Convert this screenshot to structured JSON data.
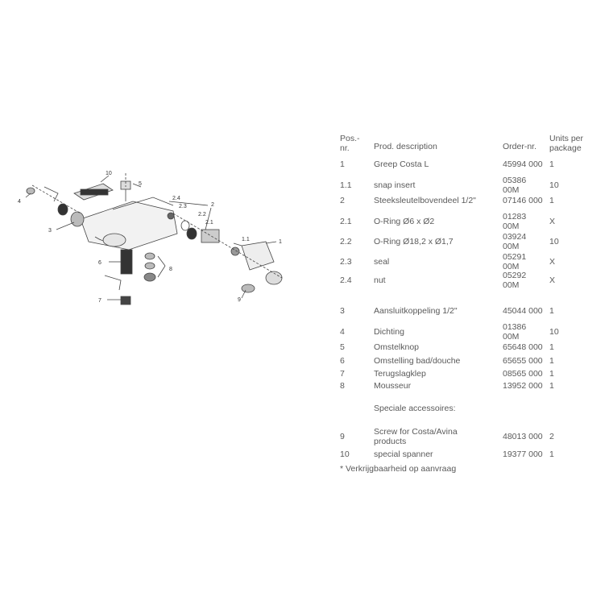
{
  "diagram": {
    "callouts": [
      "10",
      "5",
      "4",
      "2",
      "2.4",
      "2.3",
      "2.2",
      "2.1",
      "3",
      "1.1",
      "1",
      "6",
      "8",
      "7",
      "9"
    ]
  },
  "table": {
    "headers": {
      "pos": "Pos.-\nnr.",
      "desc": "Prod. description",
      "order": "Order-nr.",
      "units": "Units per\npackage"
    },
    "rows": [
      {
        "pos": "1",
        "desc": "Greep Costa L",
        "order": "45994 000",
        "units": "1"
      },
      {
        "pos": "1.1",
        "desc": "snap insert",
        "order": "05386\n00M",
        "units": "10"
      },
      {
        "pos": "2",
        "desc": "Steeksleutelbovendeel 1/2\"",
        "order": "07146 000",
        "units": "1"
      },
      {
        "pos": "2.1",
        "desc": "O-Ring Ø6 x Ø2",
        "order": "01283\n00M",
        "units": "X"
      },
      {
        "pos": "2.2",
        "desc": "O-Ring Ø18,2 x Ø1,7",
        "order": "03924\n00M",
        "units": "10"
      },
      {
        "pos": "2.3",
        "desc": "seal",
        "order": "05291\n00M",
        "units": "X"
      },
      {
        "pos": "2.4",
        "desc": "nut",
        "order": "05292\n00M",
        "units": "X"
      },
      {
        "pos": "3",
        "desc": "Aansluitkoppeling 1/2\"",
        "order": "45044 000",
        "units": "1"
      },
      {
        "pos": "4",
        "desc": "Dichting",
        "order": "01386\n00M",
        "units": "10"
      },
      {
        "pos": "5",
        "desc": "Omstelknop",
        "order": "65648 000",
        "units": "1"
      },
      {
        "pos": "6",
        "desc": "Omstelling bad/douche",
        "order": "65655 000",
        "units": "1"
      },
      {
        "pos": "7",
        "desc": "Terugslagklep",
        "order": "08565 000",
        "units": "1"
      },
      {
        "pos": "8",
        "desc": "Mousseur",
        "order": "13952 000",
        "units": "1"
      },
      {
        "pos": "",
        "desc": "Speciale accessoires:",
        "order": "",
        "units": ""
      },
      {
        "pos": "9",
        "desc": "Screw for Costa/Avina\nproducts",
        "order": "48013 000",
        "units": "2"
      },
      {
        "pos": "10",
        "desc": "special spanner",
        "order": "19377 000",
        "units": "1"
      }
    ],
    "footnote": "* Verkrijgbaarheid op aanvraag"
  }
}
